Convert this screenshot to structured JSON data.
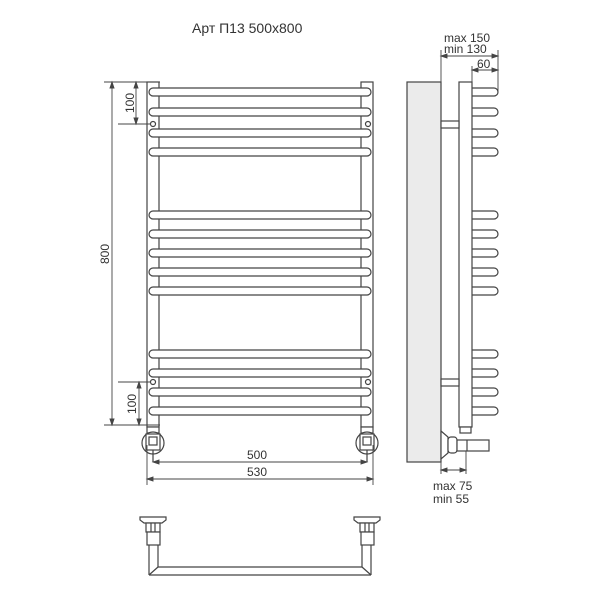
{
  "title": "Арт П13 500x800",
  "front_view": {
    "height_label": "800",
    "top_mount_offset": "100",
    "bottom_mount_offset": "100",
    "inner_width_label": "500",
    "outer_width_label": "530",
    "rail_groups": [
      {
        "count": 4,
        "y": [
          92,
          112,
          133,
          152
        ]
      },
      {
        "count": 5,
        "y": [
          215,
          234,
          253,
          272,
          291
        ]
      },
      {
        "count": 4,
        "y": [
          354,
          373,
          392,
          411
        ]
      }
    ]
  },
  "side_view": {
    "wall_distance_max": "max 150",
    "wall_distance_min": "min 130",
    "rail_depth": "60",
    "valve_offset_max": "max 75",
    "valve_offset_min": "min 55"
  },
  "colors": {
    "line": "#444444",
    "wall_fill": "#ebebeb",
    "text": "#333333"
  }
}
